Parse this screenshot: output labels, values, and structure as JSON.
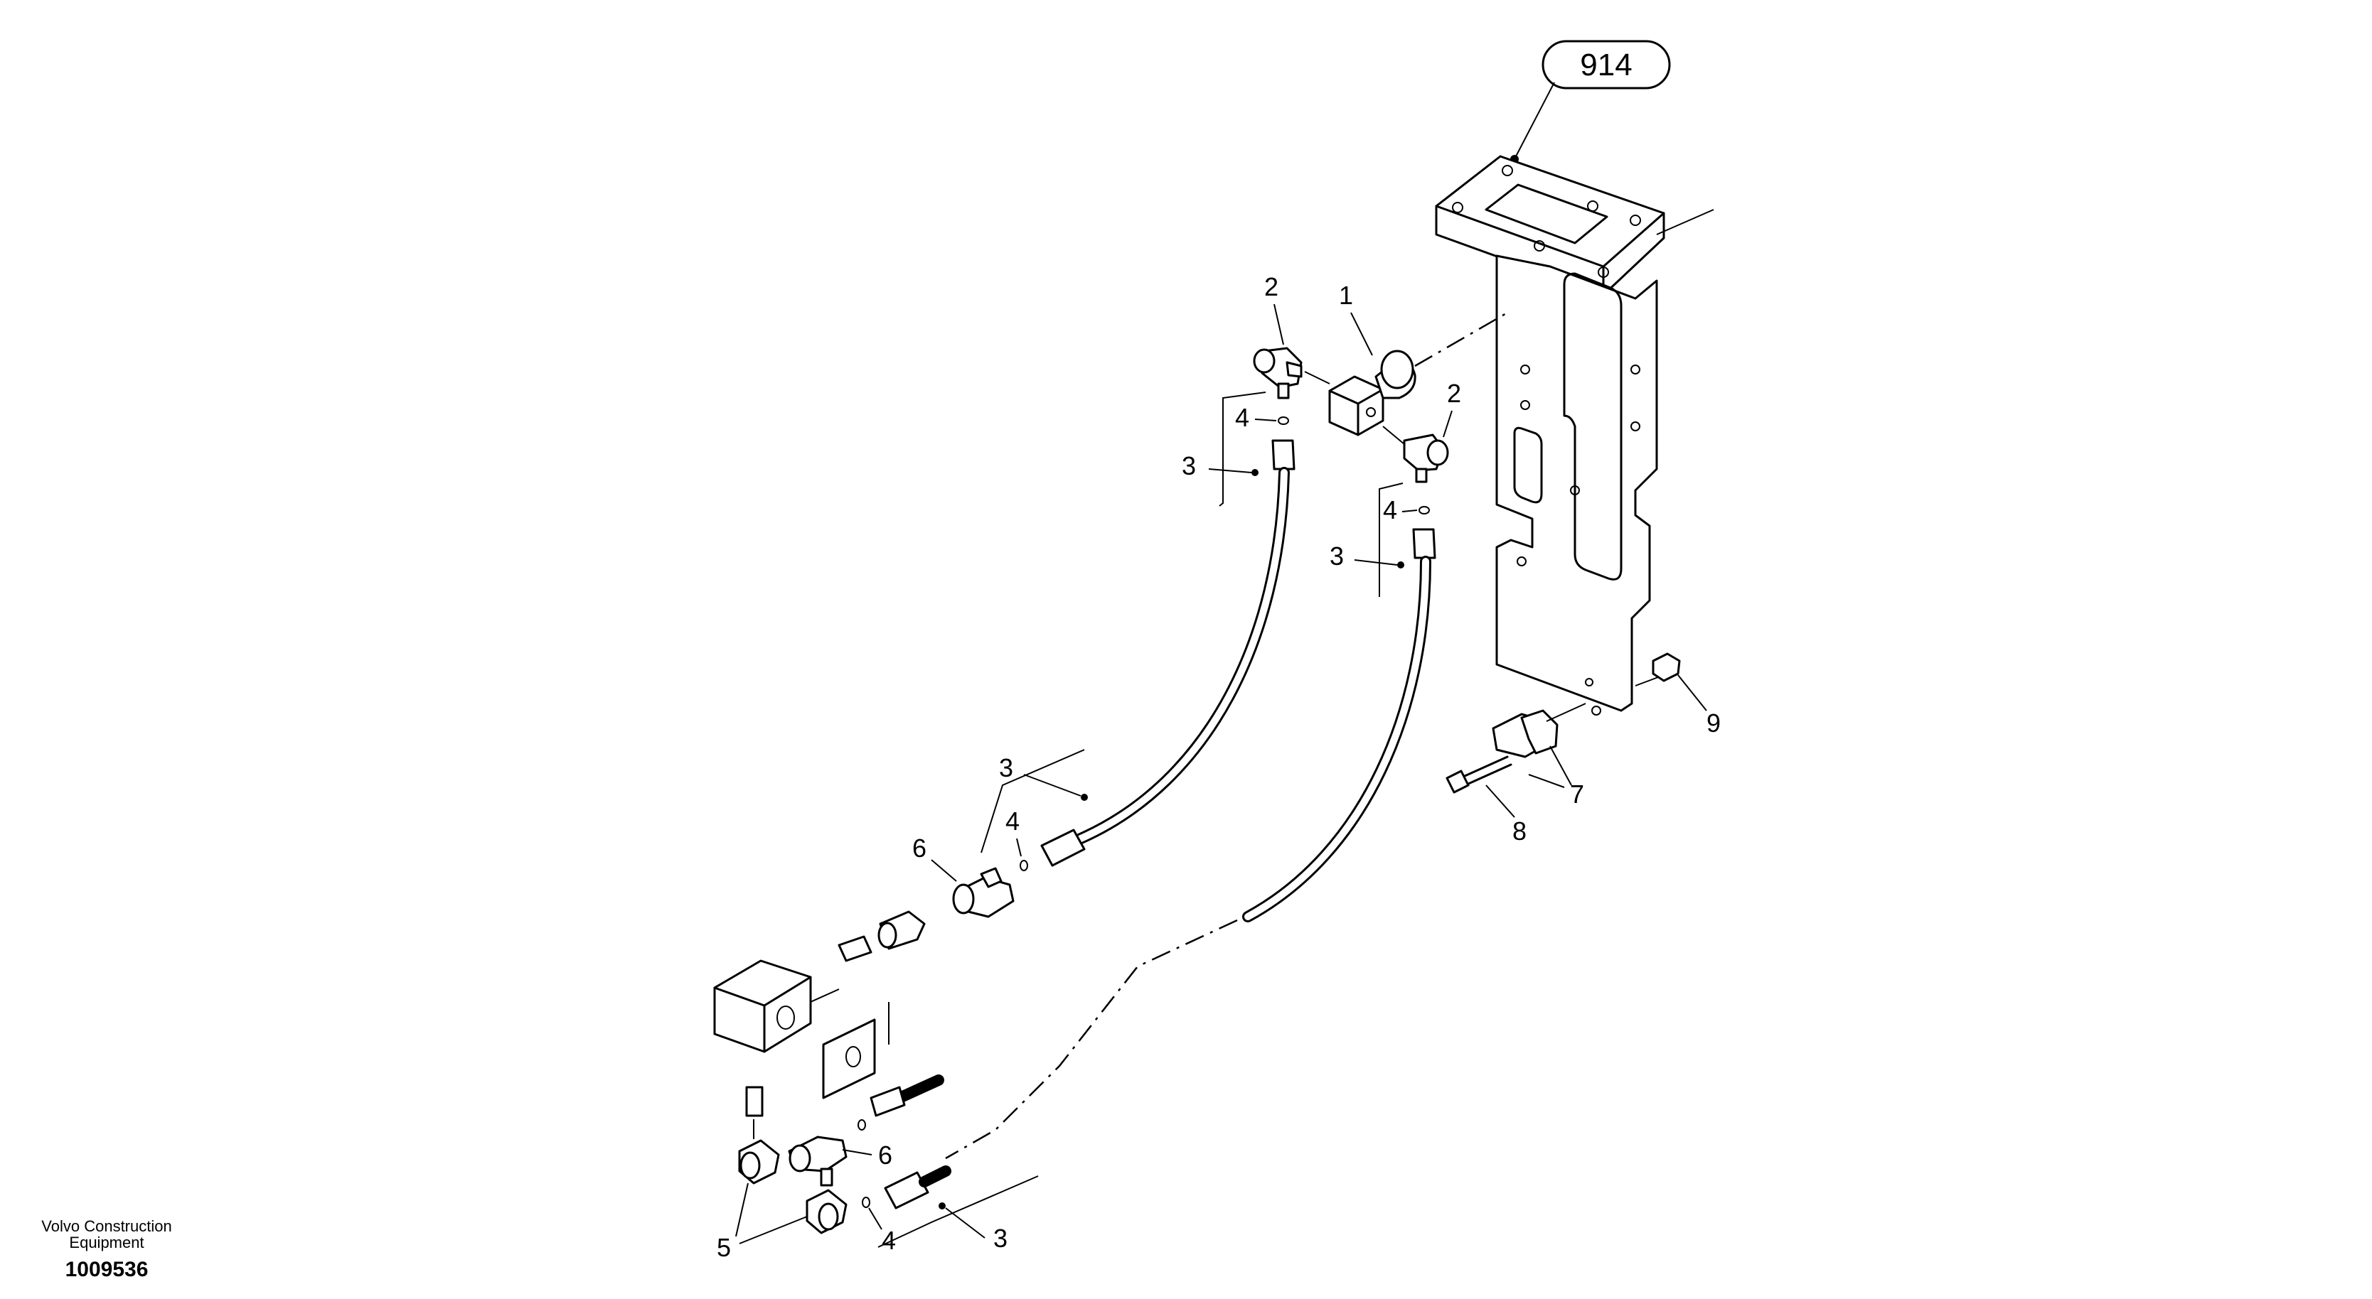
{
  "reference_badge": "914",
  "callouts": {
    "c1": "1",
    "c2a": "2",
    "c2b": "2",
    "c3a": "3",
    "c3b": "3",
    "c3c": "3",
    "c3d": "3",
    "c4a": "4",
    "c4b": "4",
    "c4c": "4",
    "c4d": "4",
    "c5": "5",
    "c6a": "6",
    "c6b": "6",
    "c7": "7",
    "c8": "8",
    "c9": "9"
  },
  "footer": {
    "company_line1": "Volvo Construction",
    "company_line2": "Equipment",
    "drawing_number": "1009536"
  }
}
